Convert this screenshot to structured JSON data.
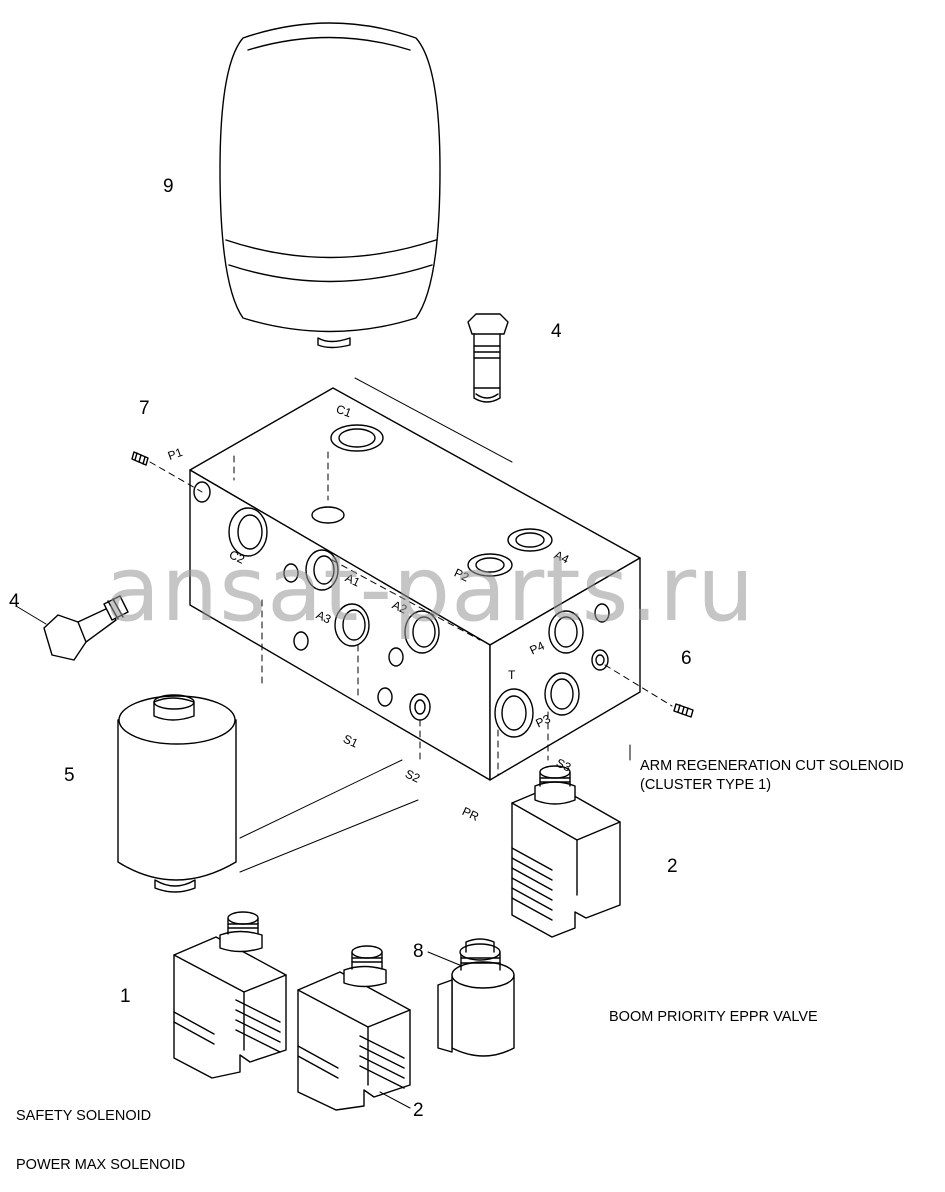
{
  "callouts": {
    "c9": "9",
    "c4a": "4",
    "c7": "7",
    "c4b": "4",
    "c6": "6",
    "c5": "5",
    "c2a": "2",
    "c8": "8",
    "c1": "1",
    "c2b": "2"
  },
  "ports": {
    "c1": "C1",
    "p1": "P1",
    "c2": "C2",
    "a1": "A1",
    "a3": "A3",
    "a2": "A2",
    "p2": "P2",
    "a4": "A4",
    "p4": "P4",
    "t": "T",
    "p3": "P3",
    "s1": "S1",
    "s2": "S2",
    "s3": "S3",
    "pr": "PR"
  },
  "captions": {
    "arm_line1": "ARM REGENERATION CUT SOLENOID",
    "arm_line2": "(CLUSTER TYPE 1)",
    "boom": "BOOM PRIORITY EPPR VALVE",
    "safety": "SAFETY SOLENOID",
    "power": "POWER MAX SOLENOID"
  },
  "watermark": "ansat-parts.ru"
}
